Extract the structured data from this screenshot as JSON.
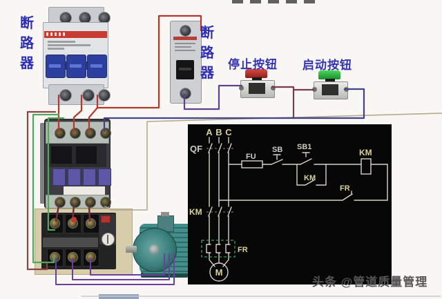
{
  "components": {
    "breaker_3p_label": "断路器",
    "breaker_1p_label": "断路器",
    "stop_button_label": "停止按钮",
    "start_button_label": "启动按钮"
  },
  "schematic": {
    "phase_a": "A",
    "phase_b": "B",
    "phase_c": "C",
    "qf_label": "QF",
    "fu_label": "FU",
    "sb_label": "SB",
    "sb1_label": "SB1",
    "km_coil_label": "KM",
    "km_aux_label": "KM",
    "km_main_label": "KM",
    "fr_contact_label": "FR",
    "fr_box_label": "FR",
    "motor_label": "M"
  },
  "watermark": "头条 @管道质量管理",
  "colors": {
    "wire_red": "#b5372e",
    "wire_maroon": "#7c3b4a",
    "wire_purple": "#5d4090",
    "wire_blue": "#41418c",
    "wire_green": "#52a85a",
    "wire_violet": "#6a3fa0",
    "wire_tan": "#b3a98c",
    "schematic_bg": "#070707",
    "schematic_line": "#d6d3c8",
    "schematic_label_yellow": "#d8d295",
    "schematic_label_white": "#cfccc2",
    "fr_box_green": "#3f9e55",
    "label_blue": "#2d2db4",
    "breaker_handle_blue": "#2d3f9e",
    "stop_cap_red": "#c0392b",
    "start_cap_green": "#2ecc40",
    "motor_teal": "#3f8d8a"
  }
}
